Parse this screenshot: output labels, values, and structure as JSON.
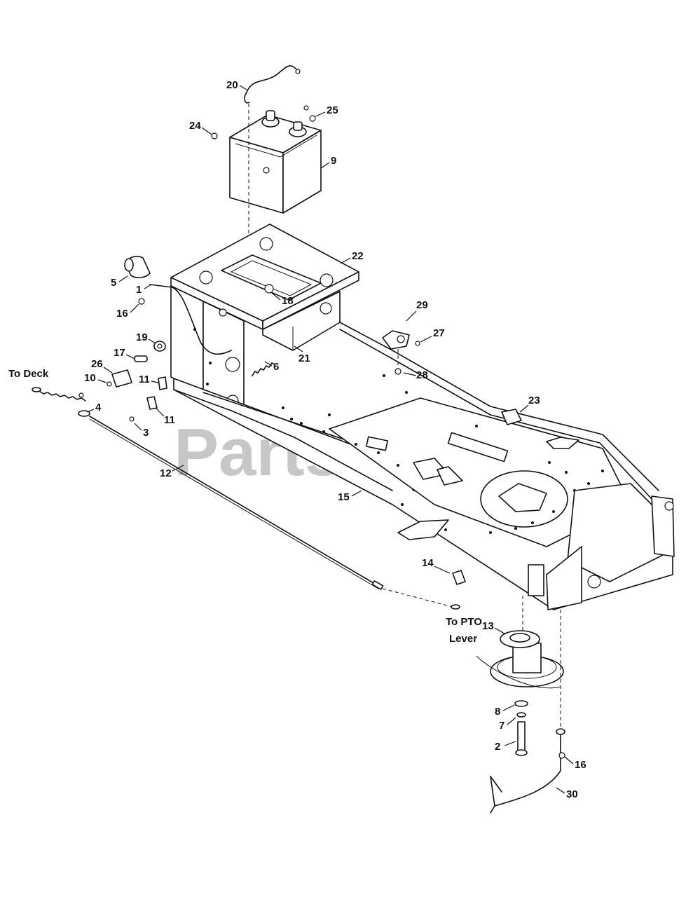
{
  "watermark": "PartsTree",
  "notes": {
    "to_deck": "To Deck",
    "to_pto_1": "To PTO",
    "to_pto_2": "Lever"
  },
  "callouts": [
    "20",
    "25",
    "24",
    "9",
    "22",
    "5",
    "1",
    "18",
    "16",
    "29",
    "27",
    "19",
    "21",
    "17",
    "6",
    "28",
    "26",
    "10",
    "11",
    "4",
    "23",
    "3",
    "11",
    "12",
    "15",
    "14",
    "13",
    "8",
    "7",
    "2",
    "16",
    "30"
  ]
}
